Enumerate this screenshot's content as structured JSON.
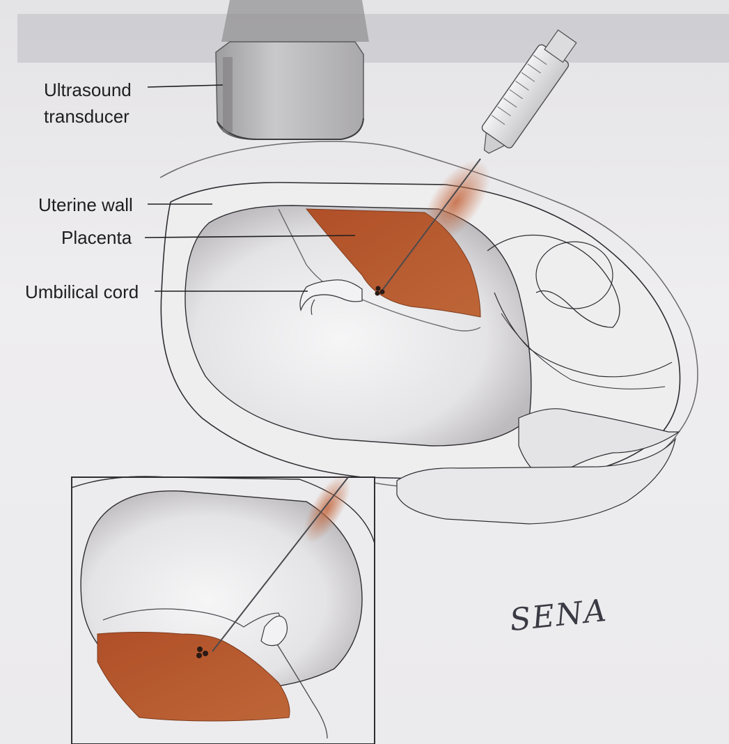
{
  "labels": {
    "transducer_line1": "Ultrasound",
    "transducer_line2": "transducer",
    "uterine_wall": "Uterine wall",
    "placenta": "Placenta",
    "umbilical_cord": "Umbilical cord"
  },
  "signature": "SENA",
  "colors": {
    "placenta": "#b5562e",
    "paper": "#ebeaec",
    "line": "#2a2a2a"
  }
}
